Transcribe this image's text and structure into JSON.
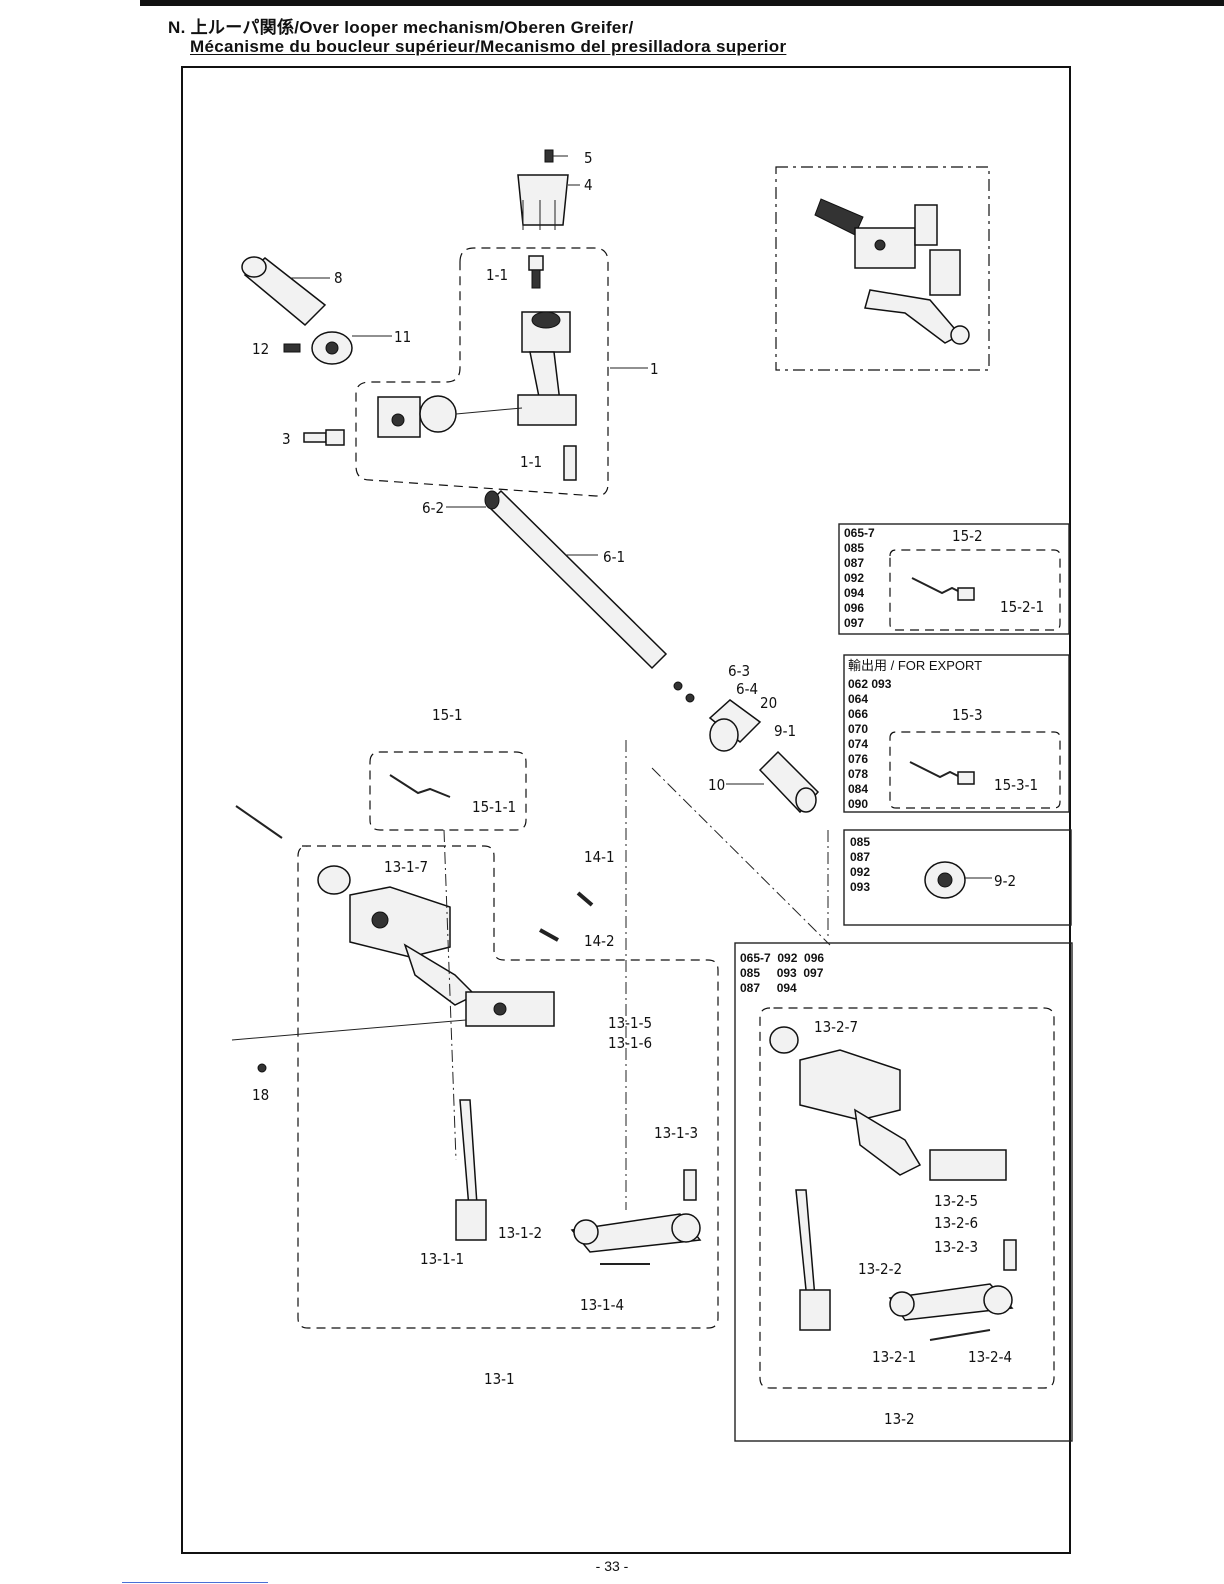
{
  "header": {
    "line1": "N. 上ルーパ関係/Over looper mechanism/Oberen Greifer/",
    "line2": "Mécanisme du boucleur supérieur/Mecanismo del presilladora superior"
  },
  "labels": {
    "p5": "5",
    "p4": "4",
    "p8": "8",
    "p11": "11",
    "p12": "12",
    "p1_1a": "1-1",
    "p1": "1",
    "p3": "3",
    "p1_1b": "1-1",
    "p6_2": "6-2",
    "p6_1": "6-1",
    "p6_3": "6-3",
    "p6_4": "6-4",
    "p20": "20",
    "p9_1": "9-1",
    "p10": "10",
    "p15_1": "15-1",
    "p15_1_1": "15-1-1",
    "p13_1_7": "13-1-7",
    "p14_1": "14-1",
    "p14_2": "14-2",
    "p13_1_5": "13-1-5",
    "p13_1_6": "13-1-6",
    "p18": "18",
    "p13_1_3": "13-1-3",
    "p13_1_2": "13-1-2",
    "p13_1_1": "13-1-1",
    "p13_1_4": "13-1-4",
    "p13_1": "13-1"
  },
  "box_15_2": {
    "models": [
      "065-7",
      "085",
      "087",
      "092",
      "094",
      "096",
      "097"
    ],
    "label": "15-2",
    "sub": "15-2-1"
  },
  "box_15_3": {
    "title": "輸出用 / FOR EXPORT",
    "models": [
      "062  093",
      "064",
      "066",
      "070",
      "074",
      "076",
      "078",
      "084",
      "090"
    ],
    "label": "15-3",
    "sub": "15-3-1"
  },
  "box_9_2": {
    "models": [
      "085",
      "087",
      "092",
      "093"
    ],
    "label": "9-2"
  },
  "box_13_2": {
    "models": [
      "065-7  092  096",
      "085     093  097",
      "087     094"
    ],
    "labels": {
      "p13_2_7": "13-2-7",
      "p13_2_5": "13-2-5",
      "p13_2_6": "13-2-6",
      "p13_2_3": "13-2-3",
      "p13_2_2": "13-2-2",
      "p13_2_1": "13-2-1",
      "p13_2_4": "13-2-4",
      "p13_2": "13-2"
    }
  },
  "page_number": "- 33 -"
}
